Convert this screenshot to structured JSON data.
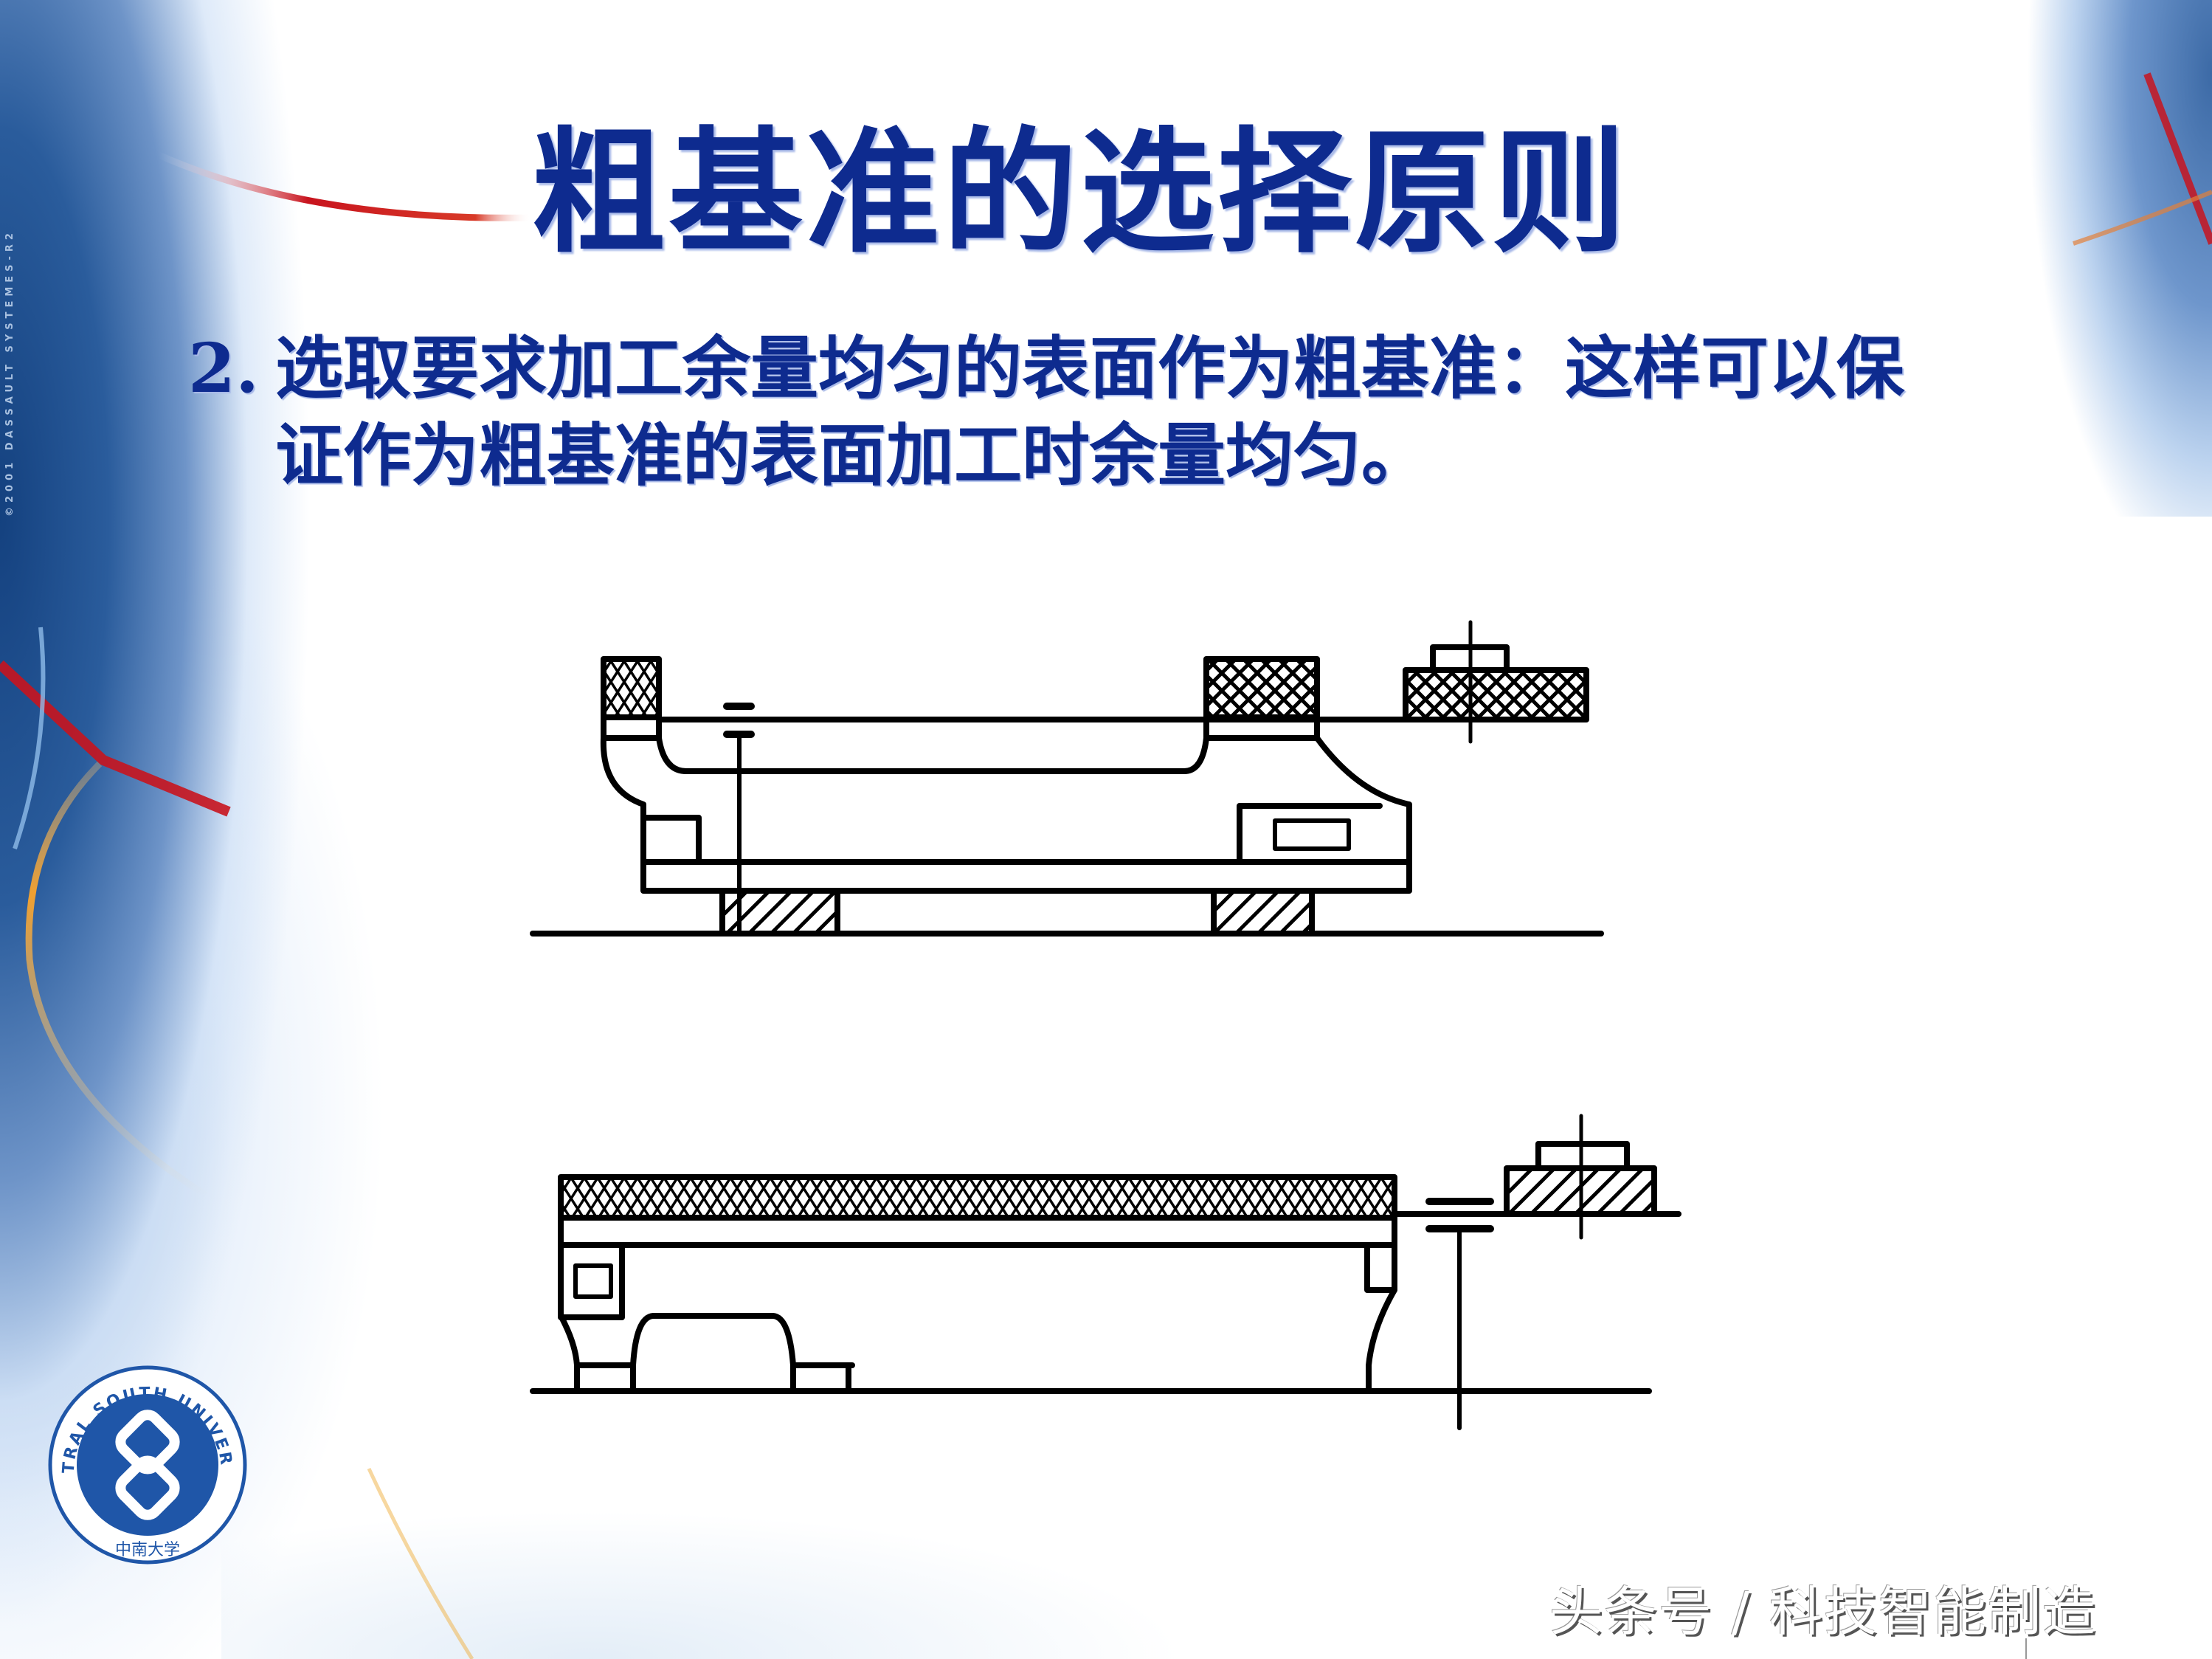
{
  "slide": {
    "title": "粗基准的选择原则",
    "point_number": "2.",
    "point_line1": "选取要求加工余量均匀的表面作为粗基准：这样可以保",
    "point_line2": "证作为粗基准的表面加工时余量均匀。",
    "background_copyright": "©2001 DASSAULT SYSTEMES-R2"
  },
  "logo": {
    "name": "central-south-university-seal",
    "text_en": "CENTRAL SOUTH UNIVERSITY",
    "text_cn": "中南大学",
    "color": "#1f56a8"
  },
  "watermark": {
    "text": "头条号 / 科技智能制造"
  },
  "colors": {
    "title": "#0e2b8f",
    "line": "#000000",
    "accent_red": "#c8141e",
    "accent_orange": "#f0a030"
  },
  "diagrams": [
    {
      "id": "top",
      "description": "workpiece with two raised pads used as rough datum; crosshatched pads on top, diagonal-hatched supports below"
    },
    {
      "id": "bottom",
      "description": "inverted workpiece; full-length crosshatched machined layer on top, diagonal-hatched clamp at right"
    }
  ]
}
